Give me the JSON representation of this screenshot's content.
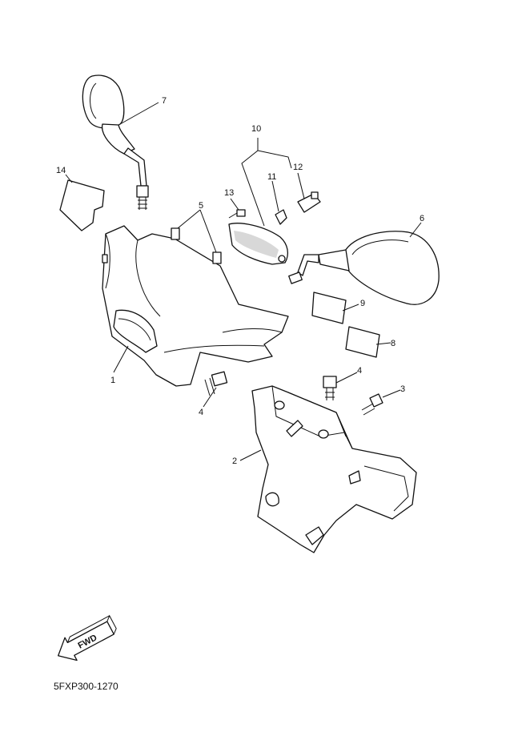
{
  "callouts": {
    "c1": "1",
    "c2": "2",
    "c3": "3",
    "c4a": "4",
    "c4b": "4",
    "c5": "5",
    "c6": "6",
    "c7": "7",
    "c8": "8",
    "c9": "9",
    "c10": "10",
    "c11": "11",
    "c12": "12",
    "c13": "13",
    "c14": "14"
  },
  "fwd_label": "FWD",
  "diagram_code": "5FXP300-1270"
}
